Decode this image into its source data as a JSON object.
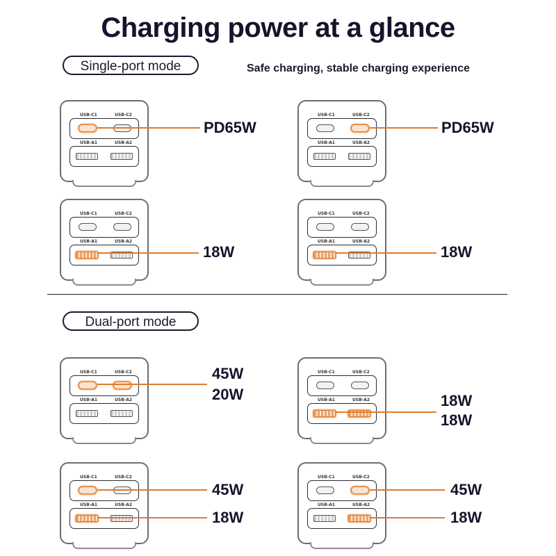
{
  "title": "Charging power at a glance",
  "sections": {
    "single": {
      "label": "Single-port mode",
      "subtitle": "Safe charging, stable charging experience"
    },
    "dual": {
      "label": "Dual-port mode"
    }
  },
  "port_labels": {
    "c1": "USB-C1",
    "c2": "USB-C2",
    "a1": "USB-A1",
    "a2": "USB-A2"
  },
  "accent_color": "#e07b2c",
  "configs": [
    {
      "mode": "single",
      "active": [
        "c1"
      ],
      "outputs": [
        "PD65W"
      ]
    },
    {
      "mode": "single",
      "active": [
        "c2"
      ],
      "outputs": [
        "PD65W"
      ]
    },
    {
      "mode": "single",
      "active": [
        "a1"
      ],
      "outputs": [
        "18W"
      ]
    },
    {
      "mode": "single",
      "active": [
        "a1"
      ],
      "outputs": [
        "18W"
      ]
    },
    {
      "mode": "dual",
      "active": [
        "c1",
        "c2"
      ],
      "outputs": [
        "45W",
        "20W"
      ]
    },
    {
      "mode": "dual",
      "active": [
        "a1",
        "a2"
      ],
      "outputs": [
        "18W",
        "18W"
      ]
    },
    {
      "mode": "dual",
      "active": [
        "c1",
        "a1"
      ],
      "outputs": [
        "45W",
        "18W"
      ]
    },
    {
      "mode": "dual",
      "active": [
        "c2",
        "a2"
      ],
      "outputs": [
        "45W",
        "18W"
      ]
    }
  ]
}
